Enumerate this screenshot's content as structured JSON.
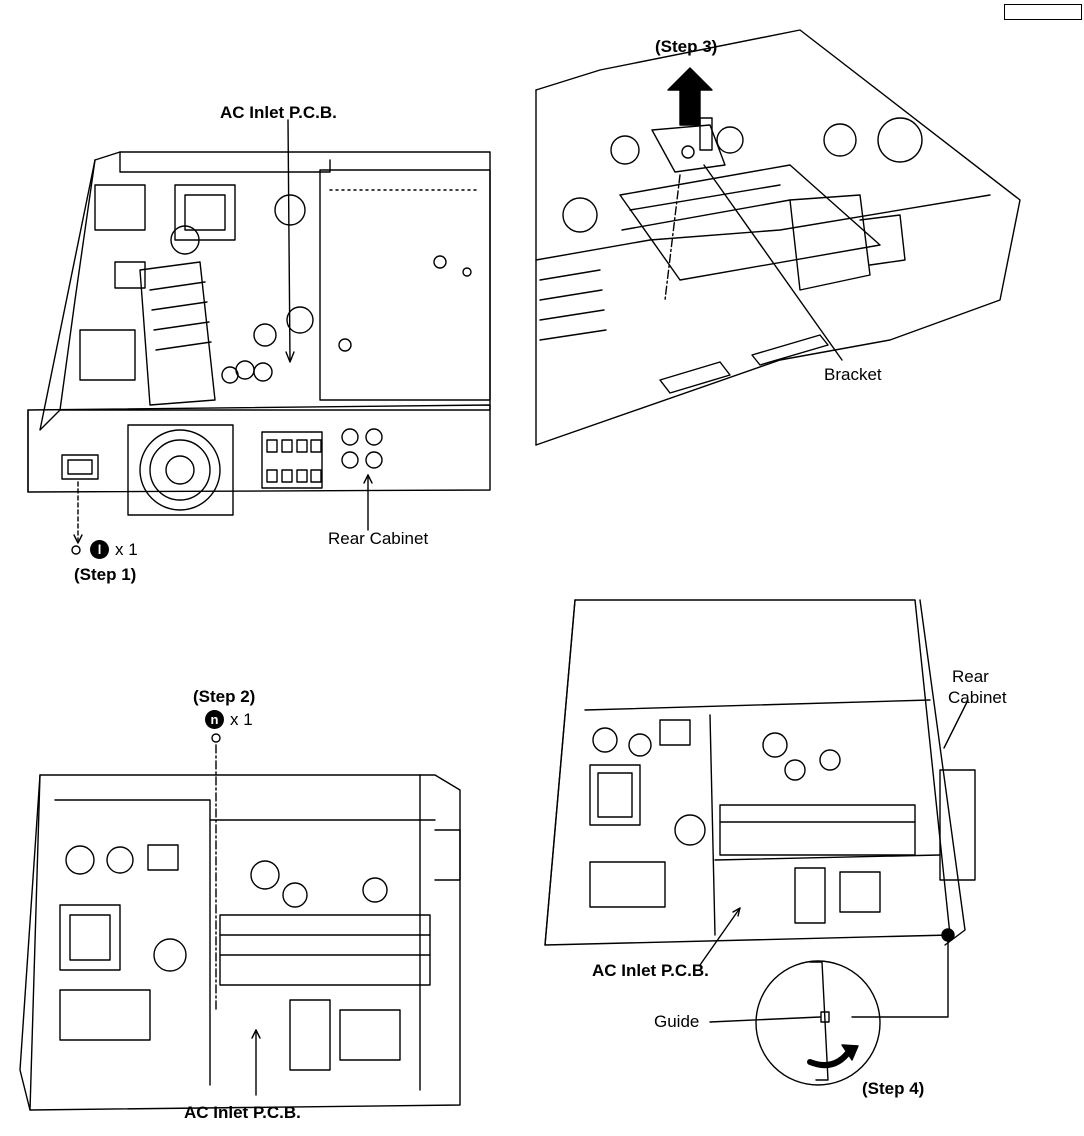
{
  "panel1": {
    "pcb_label": "AC Inlet P.C.B.",
    "rear_label": "Rear Cabinet",
    "screw_symbol": "l",
    "screw_qty": "x 1",
    "step_label": "(Step 1)"
  },
  "panel2": {
    "step_label": "(Step 3)",
    "bracket_label": "Bracket"
  },
  "panel3": {
    "step_label": "(Step 2)",
    "screw_symbol": "n",
    "screw_qty": "x 1",
    "pcb_label": "AC Inlet P.C.B."
  },
  "panel4": {
    "rear_label_line1": "Rear",
    "rear_label_line2": "Cabinet",
    "pcb_label": "AC Inlet P.C.B.",
    "guide_label": "Guide",
    "step_label": "(Step 4)"
  }
}
